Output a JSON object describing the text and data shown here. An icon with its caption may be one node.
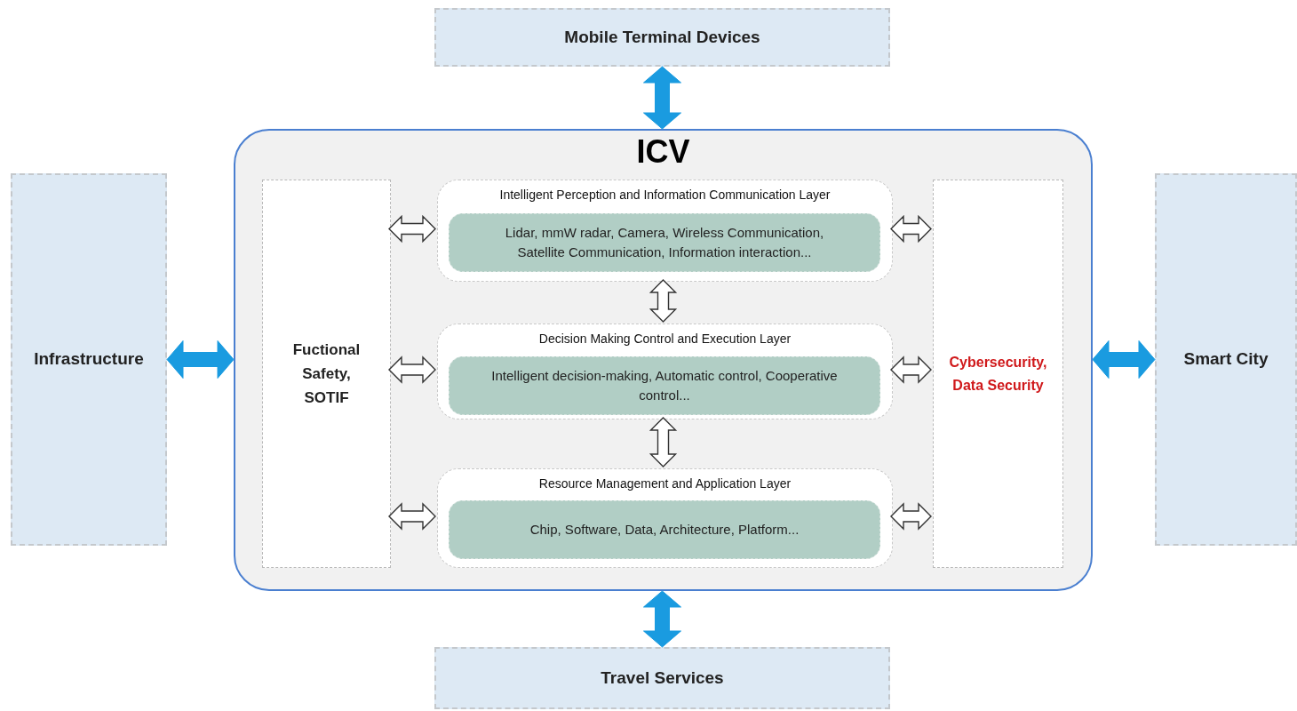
{
  "diagram": {
    "nodes": [
      {
        "text": [
          "Mobile Terminal Devices"
        ]
      },
      {
        "text": [
          "Infrastructure"
        ]
      },
      {
        "text": [
          "ICV"
        ]
      },
      {
        "text": [
          "Fuctional Safety, SOTIF"
        ],
        "in": 2
      },
      {
        "text": [
          "Intelligent Perception and Information Communication Layer"
        ],
        "in": 2
      },
      {
        "text": [
          "Lidar, mmW radar, Camera, Wireless Communication, Satellite Communication, Information interaction..."
        ],
        "in": 4
      },
      {
        "text": [
          "Decision Making Control and Execution Layer"
        ],
        "in": 2
      },
      {
        "text": [
          "Intelligent decision-making, Automatic control, Cooperative control..."
        ],
        "in": 6
      },
      {
        "text": [
          "Resource Management and Application Layer"
        ],
        "in": 2
      },
      {
        "text": [
          "Chip, Software, Data, Architecture, Platform..."
        ],
        "in": 8
      },
      {
        "text": [
          "Cybersecurity, Data Security"
        ],
        "in": 2
      },
      {
        "text": [
          "Smart City"
        ]
      },
      {
        "text": [
          "Travel Services"
        ]
      }
    ],
    "edges": [
      {
        "from": 0,
        "to": 2,
        "arrow": "both",
        "style": "thick",
        "color": "#1a9be0"
      },
      {
        "from": 1,
        "to": 2,
        "arrow": "both",
        "style": "thick",
        "color": "#1a9be0"
      },
      {
        "from": 2,
        "to": 11,
        "arrow": "both",
        "style": "thick",
        "color": "#1a9be0"
      },
      {
        "from": 2,
        "to": 12,
        "arrow": "both",
        "style": "thick",
        "color": "#1a9be0"
      },
      {
        "from": 3,
        "to": 4,
        "arrow": "both"
      },
      {
        "from": 3,
        "to": 6,
        "arrow": "both"
      },
      {
        "from": 3,
        "to": 8,
        "arrow": "both"
      },
      {
        "from": 4,
        "to": 10,
        "arrow": "both"
      },
      {
        "from": 6,
        "to": 10,
        "arrow": "both"
      },
      {
        "from": 8,
        "to": 10,
        "arrow": "both"
      },
      {
        "from": 4,
        "to": 6,
        "arrow": "both"
      },
      {
        "from": 6,
        "to": 8,
        "arrow": "both"
      }
    ]
  }
}
